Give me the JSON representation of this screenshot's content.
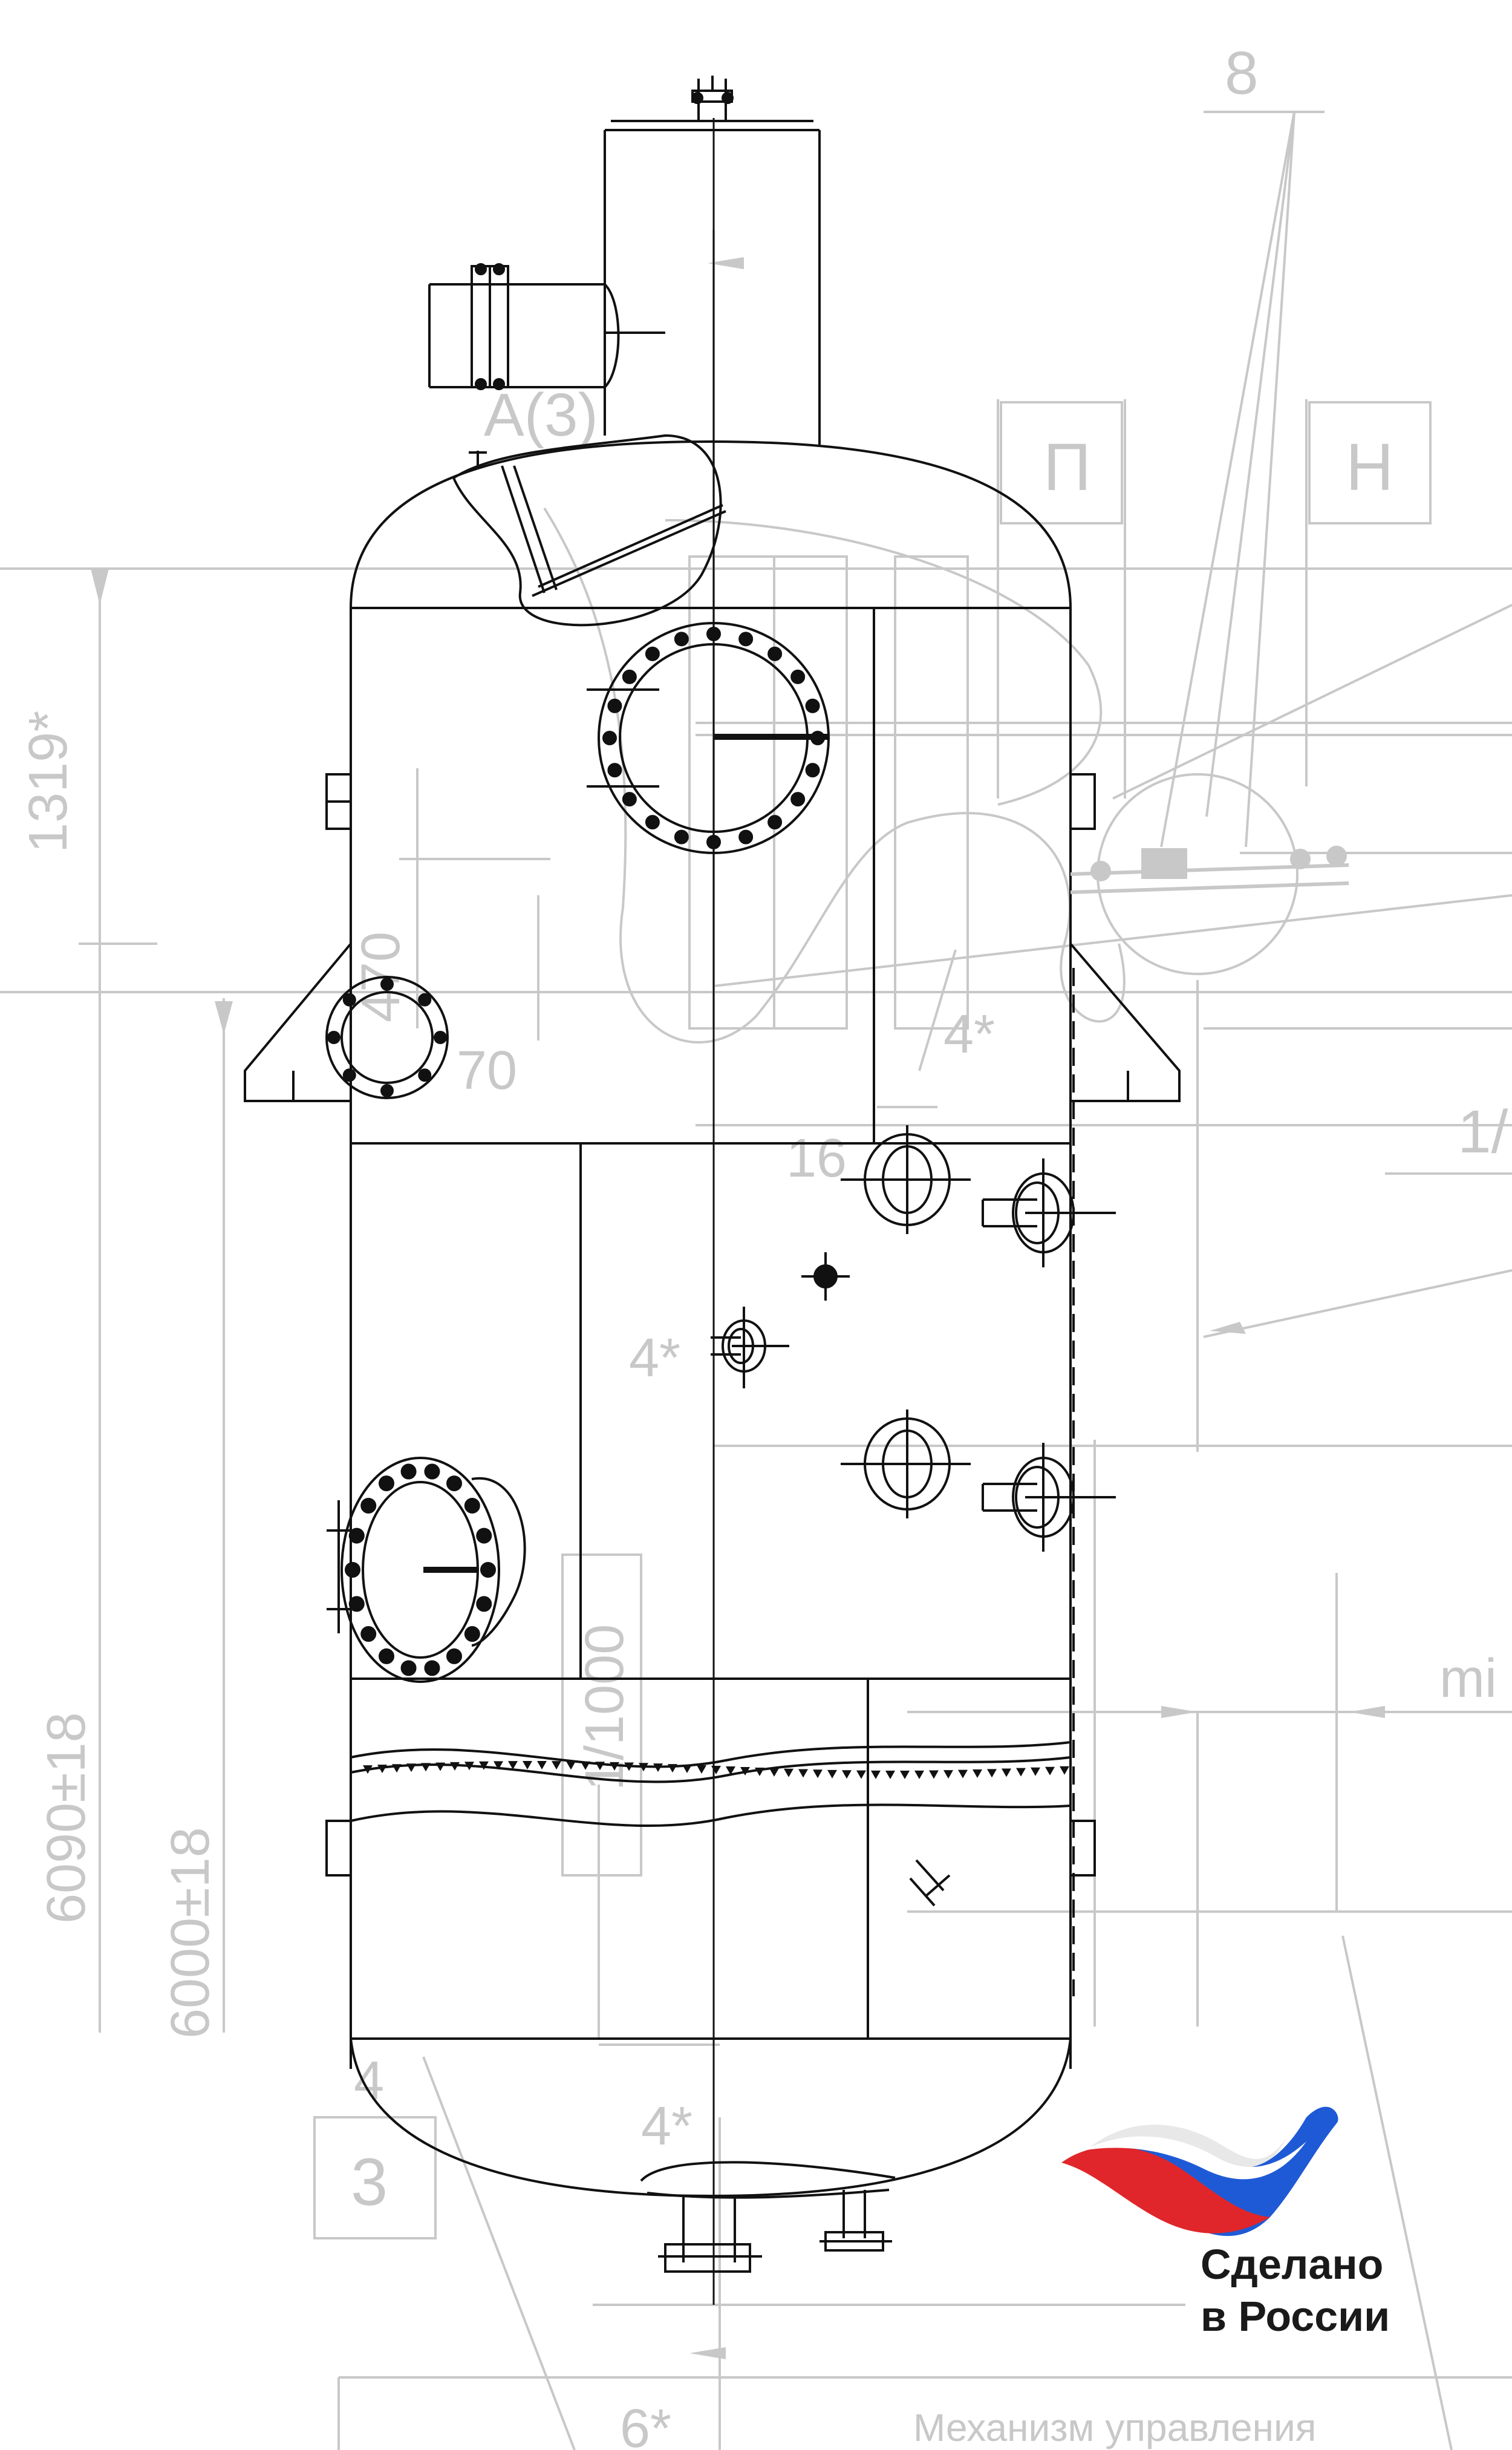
{
  "drawing": {
    "background_labels": {
      "top_right_number": "8",
      "box_p": "П",
      "box_n": "Н",
      "callout_a": "А(3)",
      "dim_1319": "1319*",
      "dim_6090": "6090±18",
      "dim_6000": "6000±18",
      "dim_470": "470",
      "dim_70": "70",
      "dim_4_star_upper": "4*",
      "dim_16": "16",
      "dim_4_star_mid": "4*",
      "dim_1000": "1/1000",
      "dim_min": "mi",
      "dim_1_right": "1/",
      "dim_4_lower": "4",
      "box_3": "3",
      "dim_4_star_lower": "4*",
      "dim_6_star": "6*",
      "mechanism_label": "Механизм управления"
    },
    "colors": {
      "main_line": "#111111",
      "background_line": "#c8c8c8"
    }
  },
  "badge": {
    "line1": "Сделано",
    "line2": "в России",
    "colors": {
      "blue": "#1f5ad6",
      "red": "#e0262a",
      "white": "#f2f2f2",
      "text": "#1a1a1a"
    }
  }
}
